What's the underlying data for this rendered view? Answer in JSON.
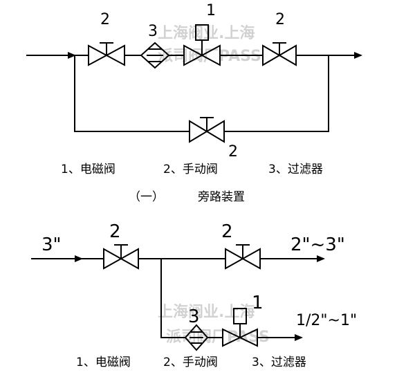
{
  "diagram1": {
    "labels": {
      "valve_left": "2",
      "filter": "3",
      "solenoid": "1",
      "valve_right": "2",
      "bypass_valve": "2"
    },
    "legend": [
      "1、电磁阀",
      "2、手动阀",
      "3、过滤器"
    ],
    "caption_num": "（一）",
    "caption_text": "旁路装置"
  },
  "diagram2": {
    "labels": {
      "inlet_size": "3\"",
      "valve_left": "2",
      "valve_right": "2",
      "outlet_size": "2\"~3\"",
      "solenoid": "1",
      "filter": "3",
      "branch_size": "1/2\"~1\""
    },
    "legend": [
      "1、电磁阀",
      "2、手动阀",
      "3、过滤器"
    ]
  },
  "watermark": {
    "line1": "上海阀业.上海",
    "line2": "派司阀厂PASS"
  }
}
